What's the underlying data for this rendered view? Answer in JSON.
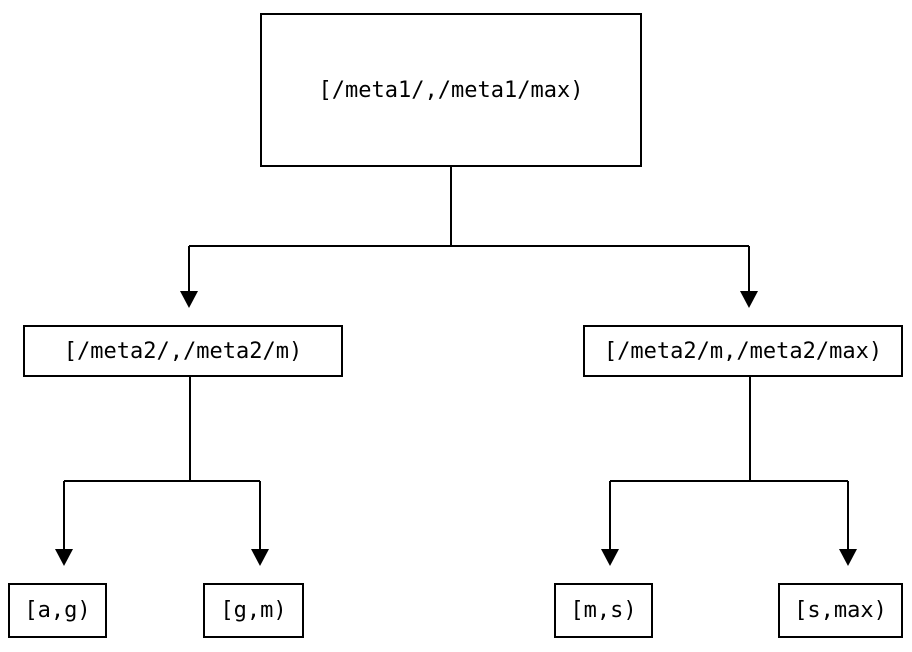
{
  "diagram": {
    "type": "tree",
    "background_color": "#ffffff",
    "line_color": "#000000",
    "node_border_color": "#000000",
    "text_color": "#000000",
    "nodes": {
      "root": {
        "label": "[/meta1/,/meta1/max)"
      },
      "left": {
        "label": "[/meta2/,/meta2/m)"
      },
      "right": {
        "label": "[/meta2/m,/meta2/max)"
      },
      "leaf_ag": {
        "label": "[a,g)"
      },
      "leaf_gm": {
        "label": "[g,m)"
      },
      "leaf_ms": {
        "label": "[m,s)"
      },
      "leaf_smax": {
        "label": "[s,max)"
      }
    },
    "edges": [
      {
        "from": "root",
        "to": "left"
      },
      {
        "from": "root",
        "to": "right"
      },
      {
        "from": "left",
        "to": "leaf_ag"
      },
      {
        "from": "left",
        "to": "leaf_gm"
      },
      {
        "from": "right",
        "to": "leaf_ms"
      },
      {
        "from": "right",
        "to": "leaf_smax"
      }
    ]
  }
}
